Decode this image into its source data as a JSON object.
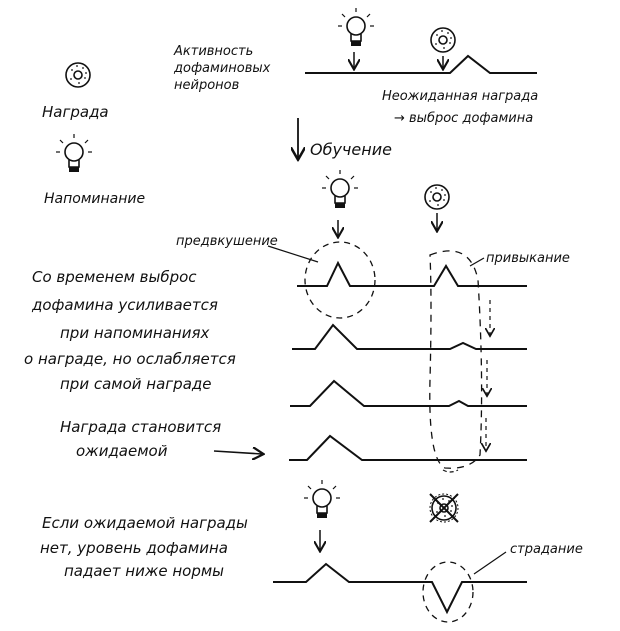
{
  "legend": {
    "reward": "Награда",
    "reminder": "Напоминание"
  },
  "top": {
    "activity": [
      "Активность",
      "дофаминовых",
      "нейронов"
    ],
    "unexpected": [
      "Неожиданная награда",
      "→ выброс дофамина"
    ]
  },
  "learning": "Обучение",
  "anticipation": "предвкушение",
  "habituation": "привыкание",
  "main_text": [
    "Со временем выброс",
    "дофамина усиливается",
    "при напоминаниях",
    "о награде, но ослабляется",
    "при самой награде"
  ],
  "expected": [
    "Награда становится",
    "ожидаемой"
  ],
  "absent": [
    "Если ожидаемой награды",
    "нет, уровень дофамина",
    "падает ниже нормы"
  ],
  "suffering": "страдание",
  "colors": {
    "ink": "#111111",
    "paper": "#ffffff"
  },
  "icons": [
    "donut-icon",
    "light-bulb-icon",
    "cross-icon"
  ]
}
